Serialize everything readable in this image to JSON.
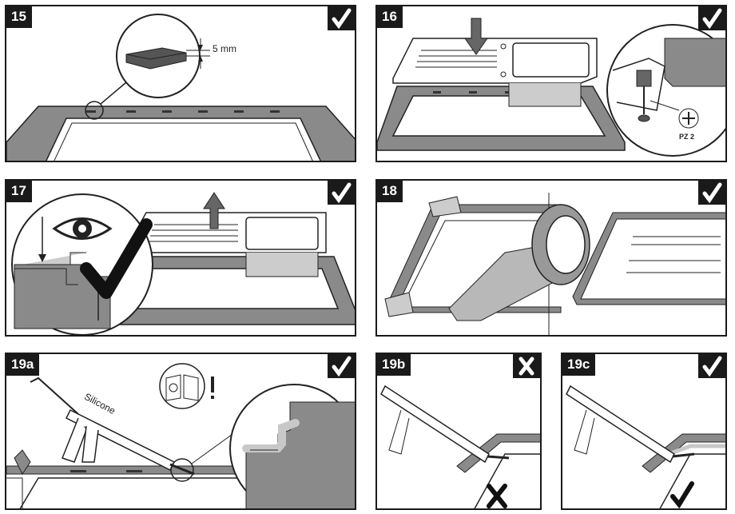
{
  "steps": [
    {
      "id": "15",
      "status": "correct",
      "annotation": "5 mm"
    },
    {
      "id": "16",
      "status": "correct",
      "annotation": "PZ 2"
    },
    {
      "id": "17",
      "status": "correct"
    },
    {
      "id": "18",
      "status": "correct"
    },
    {
      "id": "19a",
      "status": "correct",
      "annotation": "Silicone"
    },
    {
      "id": "19b",
      "status": "incorrect"
    },
    {
      "id": "19c",
      "status": "correct"
    }
  ],
  "icons": {
    "check": "check-icon",
    "cross": "cross-icon",
    "eye": "eye-icon",
    "manual": "manual-icon",
    "warning": "exclamation-icon",
    "screwdriver": "phillips-screw-icon"
  },
  "colors": {
    "ink": "#1a1a1a",
    "grey": "#8a8a8a",
    "light": "#d9d9d9",
    "paper": "#ffffff"
  }
}
